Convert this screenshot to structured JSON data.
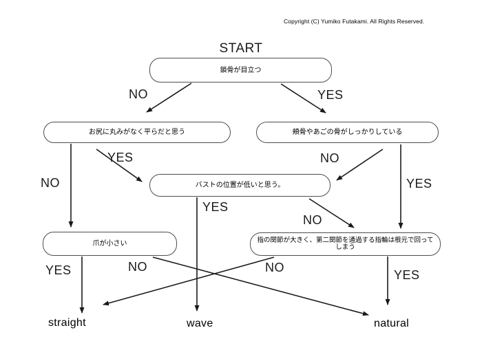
{
  "page": {
    "copyright": "Copyright (C) Yumiko Futakami. All Rights Reserved.",
    "title": "START"
  },
  "flowchart": {
    "nodes": {
      "collarbone": {
        "text": "鎖骨が目立つ"
      },
      "hips": {
        "text": "お尻に丸みがなく平らだと思う"
      },
      "cheekbone": {
        "text": "頬骨やあごの骨がしっかりしている"
      },
      "bust": {
        "text": "バストの位置が低いと思う。"
      },
      "nails": {
        "text": "爪が小さい"
      },
      "knuckles": {
        "text": "指の関節が大きく、第二関節を通過する指輪は根元で回ってしまう"
      }
    },
    "branch_labels": {
      "collarbone_no": "NO",
      "collarbone_yes": "YES",
      "hips_yes": "YES",
      "hips_no": "NO",
      "cheekbone_no": "NO",
      "cheekbone_yes": "YES",
      "bust_yes": "YES",
      "bust_no": "NO",
      "nails_yes": "YES",
      "nails_no": "NO",
      "knuckles_no": "NO",
      "knuckles_yes": "YES"
    },
    "results": {
      "straight": "straight",
      "wave": "wave",
      "natural": "natural"
    },
    "edges_description": [
      "collarbone -NO-> hips",
      "collarbone -YES-> cheekbone",
      "hips -YES-> bust",
      "hips -NO-> nails",
      "cheekbone -NO-> bust",
      "cheekbone -YES-> knuckles",
      "bust -YES-> wave",
      "bust -NO-> knuckles",
      "nails -YES-> straight",
      "nails -NO-> natural",
      "knuckles -NO-> straight",
      "knuckles -YES-> natural"
    ]
  },
  "colors": {
    "background": "#ffffff",
    "line": "#1a1a1a",
    "box_border": "#4d4d4d",
    "text": "#000000"
  }
}
